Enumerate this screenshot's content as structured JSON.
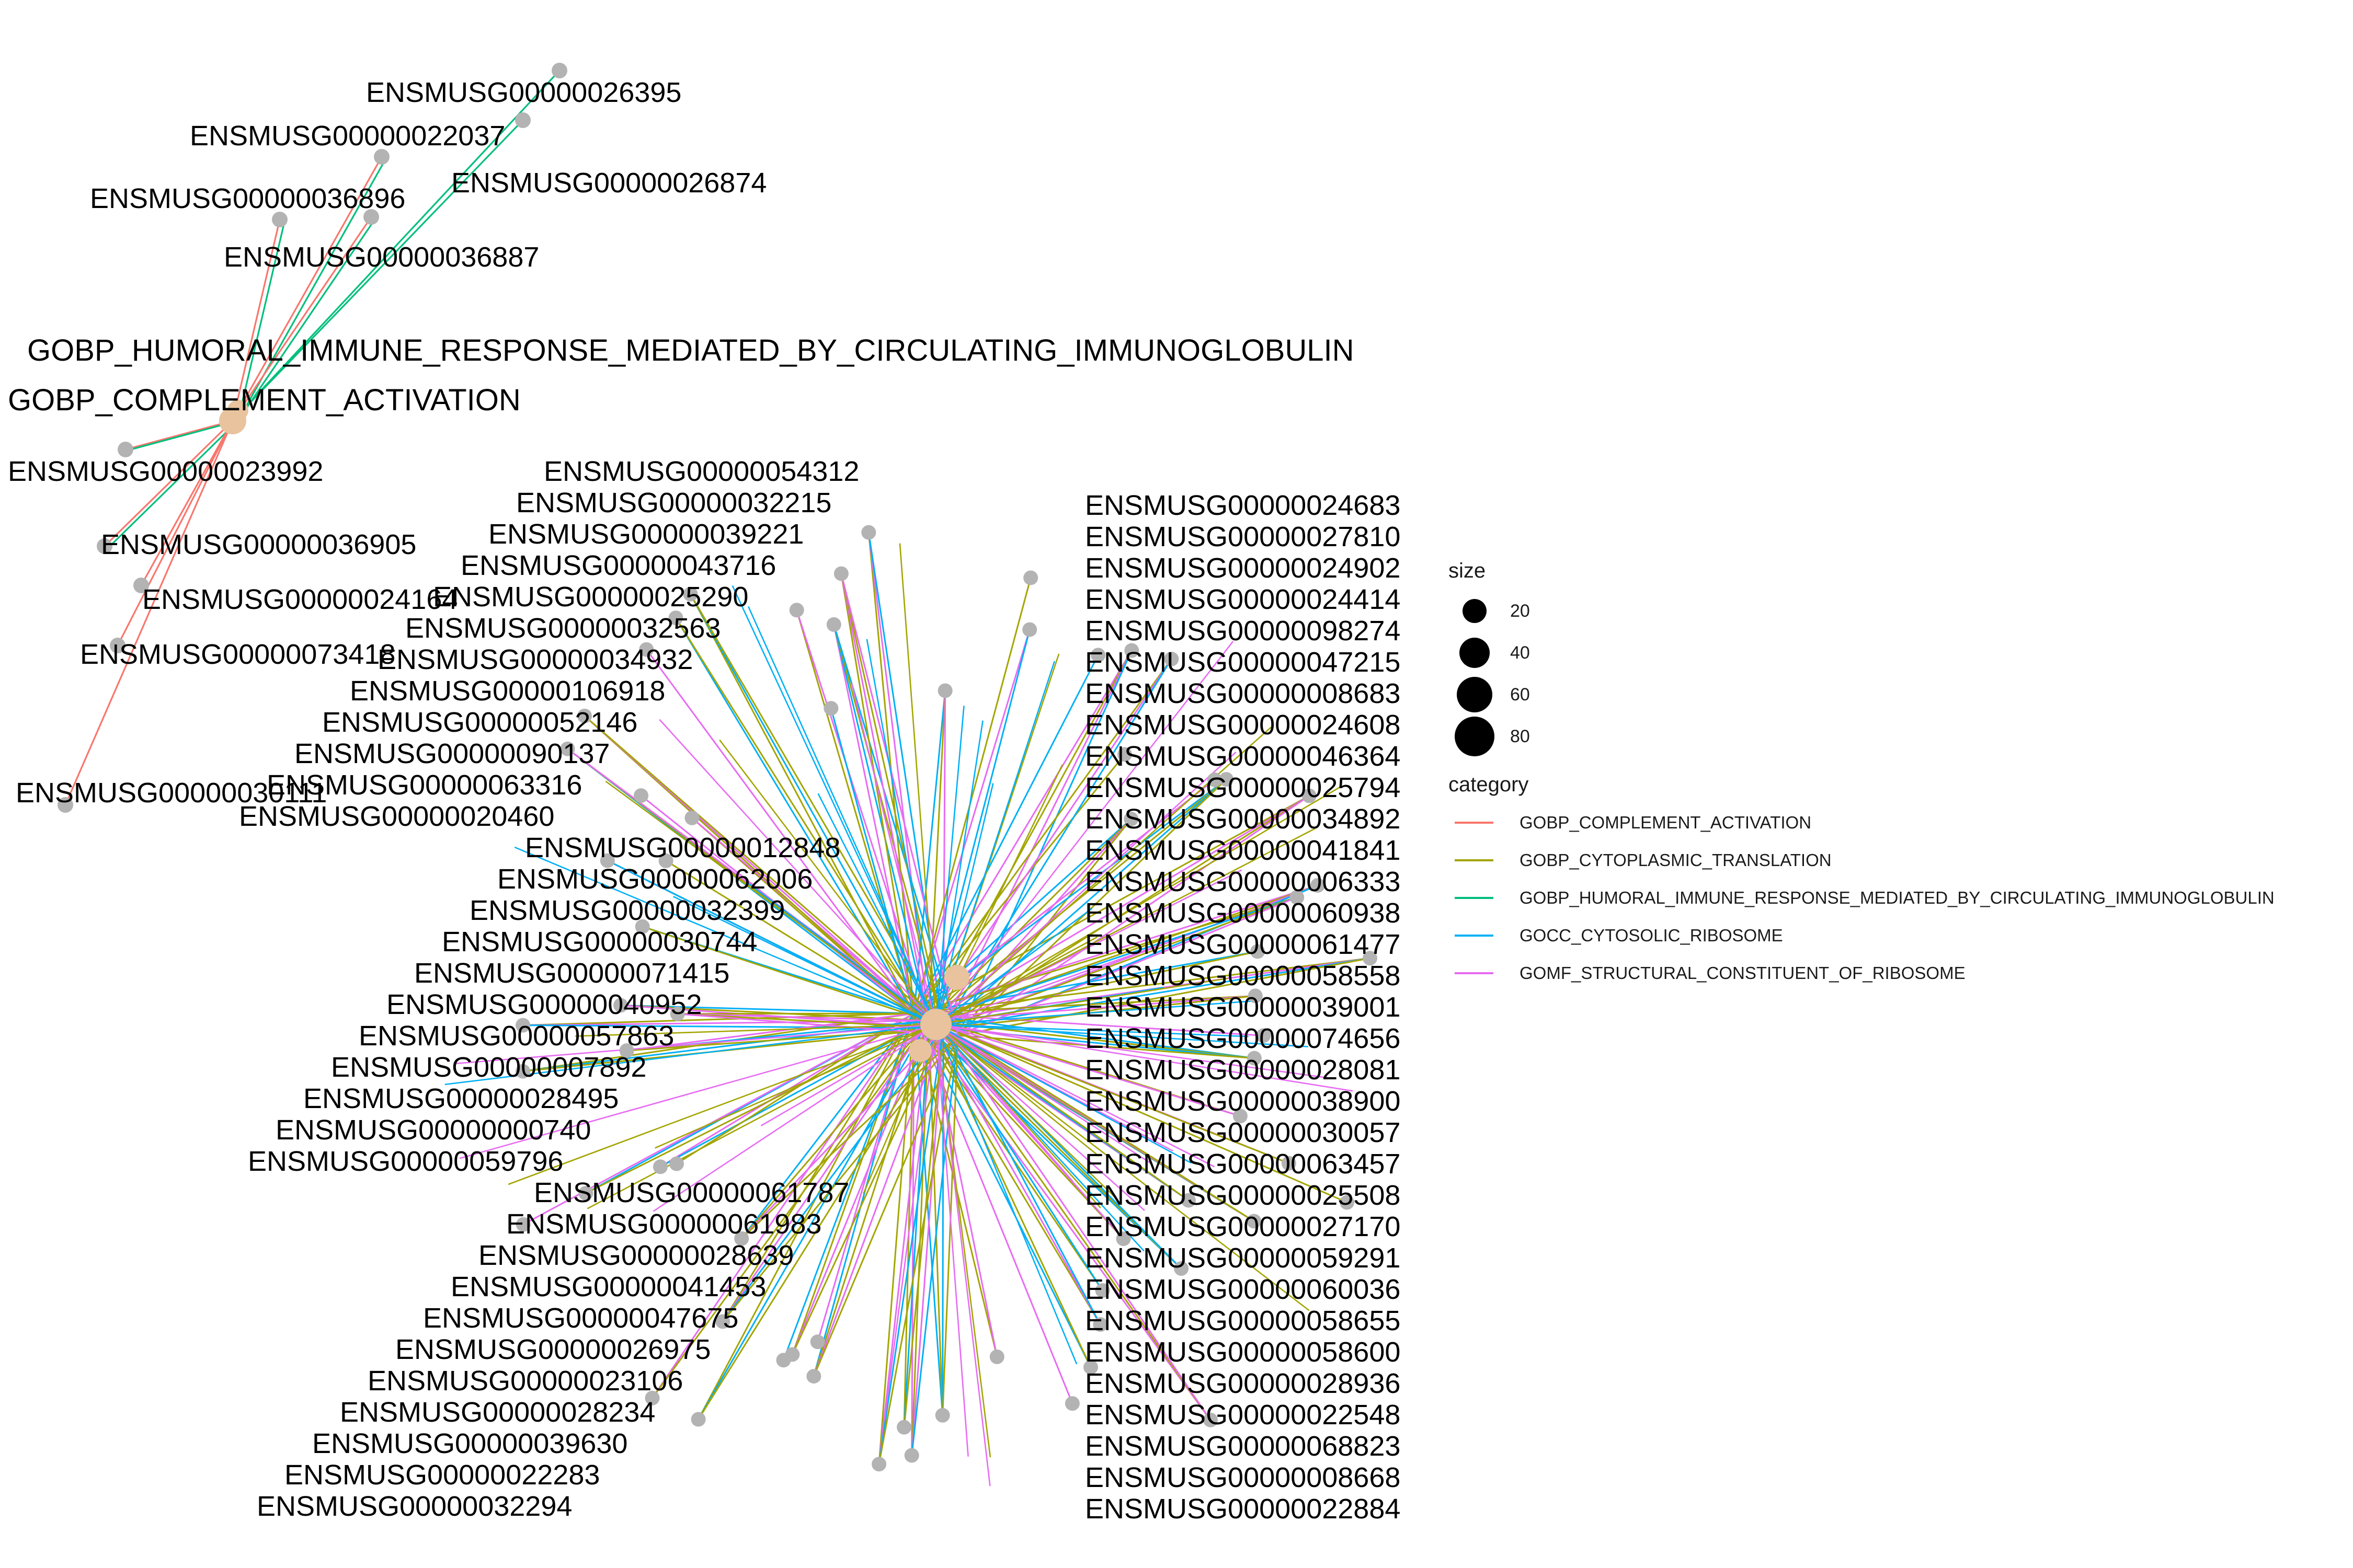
{
  "legend": {
    "size_title": "size",
    "size_items": [
      {
        "label": "20",
        "value": 20
      },
      {
        "label": "40",
        "value": 40
      },
      {
        "label": "60",
        "value": 60
      },
      {
        "label": "80",
        "value": 80
      }
    ],
    "category_title": "category",
    "categories": [
      {
        "label": "GOBP_COMPLEMENT_ACTIVATION",
        "color": "#F8766D"
      },
      {
        "label": "GOBP_CYTOPLASMIC_TRANSLATION",
        "color": "#A3A500"
      },
      {
        "label": "GOBP_HUMORAL_IMMUNE_RESPONSE_MEDIATED_BY_CIRCULATING_IMMUNOGLOBULIN",
        "color": "#00BF7D"
      },
      {
        "label": "GOCC_CYTOSOLIC_RIBOSOME",
        "color": "#00B0F6"
      },
      {
        "label": "GOMF_STRUCTURAL_CONSTITUENT_OF_RIBOSOME",
        "color": "#E76BF3"
      }
    ]
  },
  "category_nodes": {
    "humoral": "GOBP_HUMORAL_IMMUNE_RESPONSE_MEDIATED_BY_CIRCULATING_IMMUNOGLOBULIN",
    "complement": "GOBP_COMPLEMENT_ACTIVATION"
  },
  "gene_nodes": {
    "cluster1": [
      "ENSMUSG00000026395",
      "ENSMUSG00000022037",
      "ENSMUSG00000026874",
      "ENSMUSG00000036896",
      "ENSMUSG00000036887",
      "ENSMUSG00000023992",
      "ENSMUSG00000036905",
      "ENSMUSG00000024164",
      "ENSMUSG00000073418",
      "ENSMUSG00000030111"
    ],
    "cluster2": [
      "ENSMUSG00000054312",
      "ENSMUSG00000024683",
      "ENSMUSG00000032215",
      "ENSMUSG00000027810",
      "ENSMUSG00000039221",
      "ENSMUSG00000024902",
      "ENSMUSG00000043716",
      "ENSMUSG00000024414",
      "ENSMUSG00000025290",
      "ENSMUSG00000098274",
      "ENSMUSG00000032563",
      "ENSMUSG00000047215",
      "ENSMUSG00000034932",
      "ENSMUSG00000008683",
      "ENSMUSG00000106918",
      "ENSMUSG00000024608",
      "ENSMUSG00000052146",
      "ENSMUSG00000046364",
      "ENSMUSG00000090137",
      "ENSMUSG00000025794",
      "ENSMUSG00000063316",
      "ENSMUSG00000034892",
      "ENSMUSG00000020460",
      "ENSMUSG00000041841",
      "ENSMUSG00000012848",
      "ENSMUSG00000006333",
      "ENSMUSG00000062006",
      "ENSMUSG00000060938",
      "ENSMUSG00000032399",
      "ENSMUSG00000061477",
      "ENSMUSG00000030744",
      "ENSMUSG00000058558",
      "ENSMUSG00000071415",
      "ENSMUSG00000039001",
      "ENSMUSG00000040952",
      "ENSMUSG00000074656",
      "ENSMUSG00000057863",
      "ENSMUSG00000028081",
      "ENSMUSG00000007892",
      "ENSMUSG00000038900",
      "ENSMUSG00000028495",
      "ENSMUSG00000030057",
      "ENSMUSG00000000740",
      "ENSMUSG00000063457",
      "ENSMUSG00000059796",
      "ENSMUSG00000025508",
      "ENSMUSG00000061787",
      "ENSMUSG00000027170",
      "ENSMUSG00000061983",
      "ENSMUSG00000059291",
      "ENSMUSG00000028639",
      "ENSMUSG00000060036",
      "ENSMUSG00000041453",
      "ENSMUSG00000058655",
      "ENSMUSG00000047675",
      "ENSMUSG00000058600",
      "ENSMUSG00000026975",
      "ENSMUSG00000028936",
      "ENSMUSG00000023106",
      "ENSMUSG00000022548",
      "ENSMUSG00000028234",
      "ENSMUSG00000068823",
      "ENSMUSG00000039630",
      "ENSMUSG00000008668",
      "ENSMUSG00000022283",
      "ENSMUSG00000022884",
      "ENSMUSG00000032294"
    ]
  }
}
